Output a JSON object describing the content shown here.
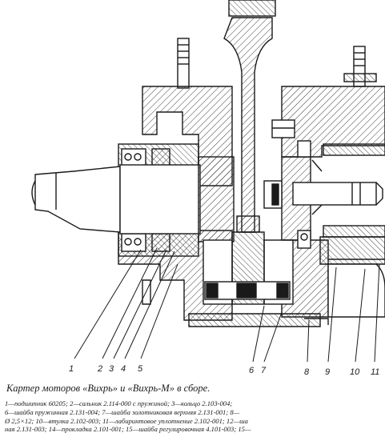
{
  "callouts": [
    "1",
    "2",
    "3",
    "4",
    "5",
    "6",
    "7",
    "8",
    "9",
    "10",
    "11"
  ],
  "caption": {
    "title": "Картер моторов «Вихрь» и «Вихрь-М» в сборе.",
    "lines": [
      "1—подшипник 60205; 2—сальник 2.114-000 с пружиной; 3—кольцо 2.103-004;",
      "6—шайба пружинная 2.131-004; 7—шайба золотниковая верхняя 2.131-001; 8—",
      "Ø 2,5×12; 10—втулка 2.102-003; 11—лабиринтовое уплотнение 2.102-001; 12—ша",
      "ная 2.131-003; 14—прокладка 2.101-001; 15—шайба регулировочная 4.101-003; 15—"
    ]
  },
  "colors": {
    "ink": "#1a1a1a",
    "paper": "#ffffff",
    "hatch": "#3a3a3a"
  }
}
